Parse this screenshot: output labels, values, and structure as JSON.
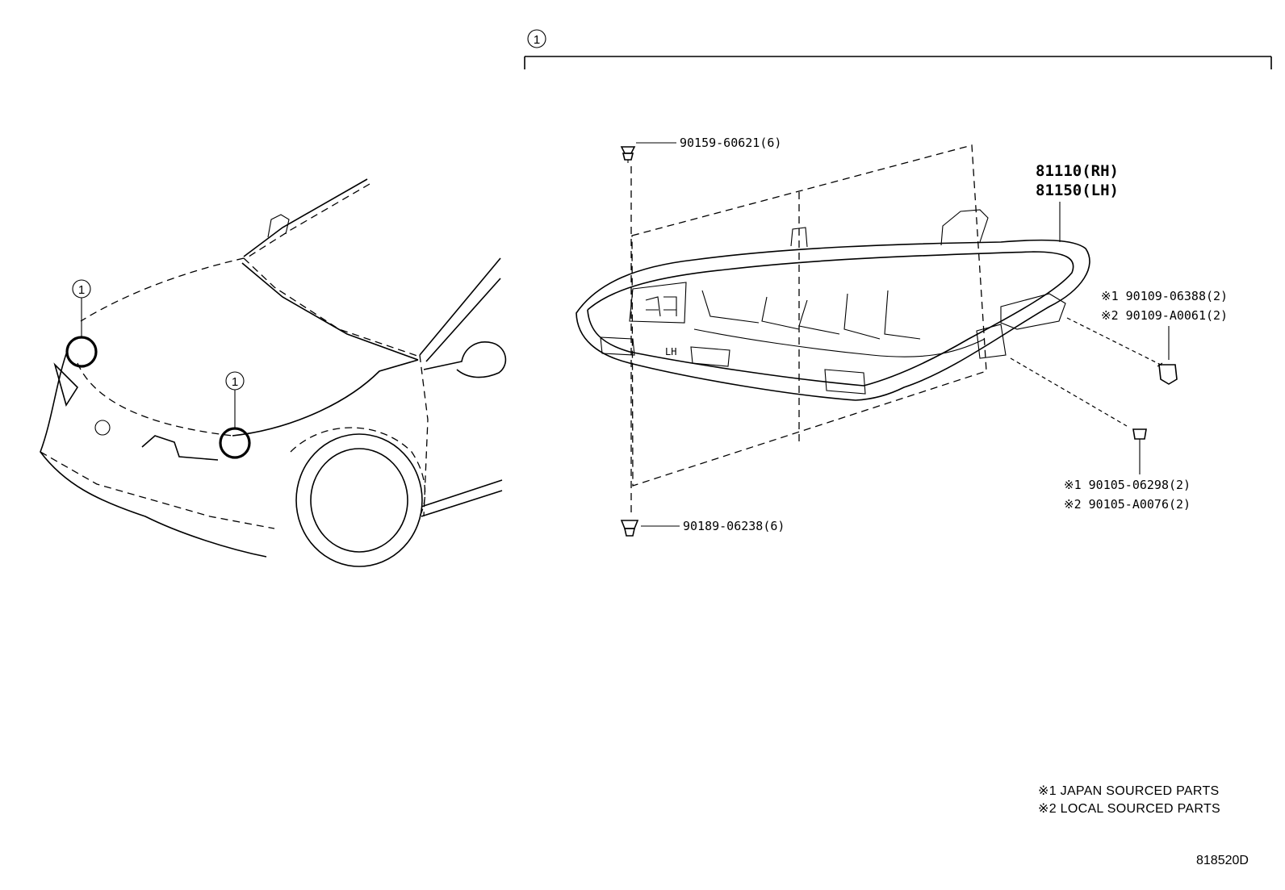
{
  "top_callout": {
    "number": "1"
  },
  "car_callouts": [
    {
      "number": "1"
    },
    {
      "number": "1"
    }
  ],
  "parts": {
    "upper_clip": "90159-60621(6)",
    "headlamp_rh": "81110(RH)",
    "headlamp_lh": "81150(LH)",
    "nut_japan": "※1 90109-06388(2)",
    "nut_local": "※2 90109-A0061(2)",
    "bolt_japan": "※1 90105-06298(2)",
    "bolt_local": "※2 90105-A0076(2)",
    "lower_clip": "90189-06238(6)"
  },
  "lamp_marking": "LH",
  "notes": [
    "※1 JAPAN SOURCED PARTS",
    "※2 LOCAL SOURCED PARTS"
  ],
  "diagram_ref": "818520D"
}
